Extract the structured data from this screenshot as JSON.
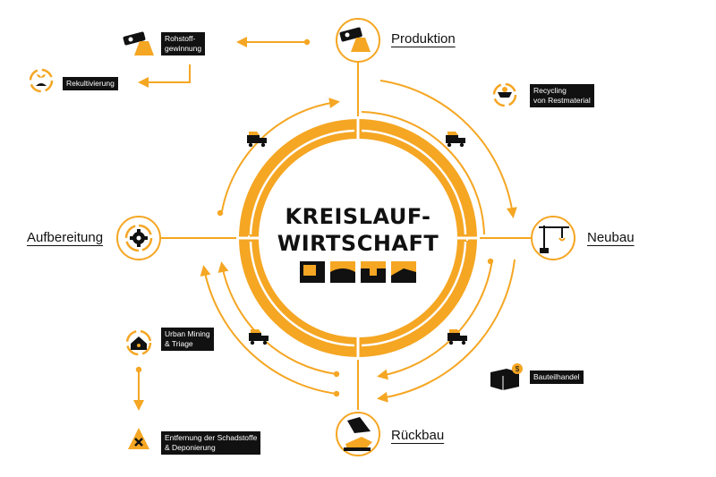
{
  "colors": {
    "accent": "#F5A623",
    "dark": "#111111"
  },
  "center": {
    "line1": "KREISLAUF-",
    "line2": "WIRTSCHAFT"
  },
  "nodes": {
    "produktion": {
      "label": "Produktion",
      "icon": "crane-lamp-icon"
    },
    "neubau": {
      "label": "Neubau",
      "icon": "tower-crane-icon"
    },
    "rueckbau": {
      "label": "Rückbau",
      "icon": "excavator-icon"
    },
    "aufbereitung": {
      "label": "Aufbereitung",
      "icon": "gear-cycle-icon"
    }
  },
  "tags": {
    "rohstoff": "Rohstoff-\ngewinnung",
    "rekultivierung": "Rekultivierung",
    "recycling": "Recycling\nvon Restmaterial",
    "bauteilhandel": "Bauteilhandel",
    "urban": "Urban Mining\n& Triage",
    "entfernung": "Entfernung der Schadstoffe\n& Deponierung"
  }
}
